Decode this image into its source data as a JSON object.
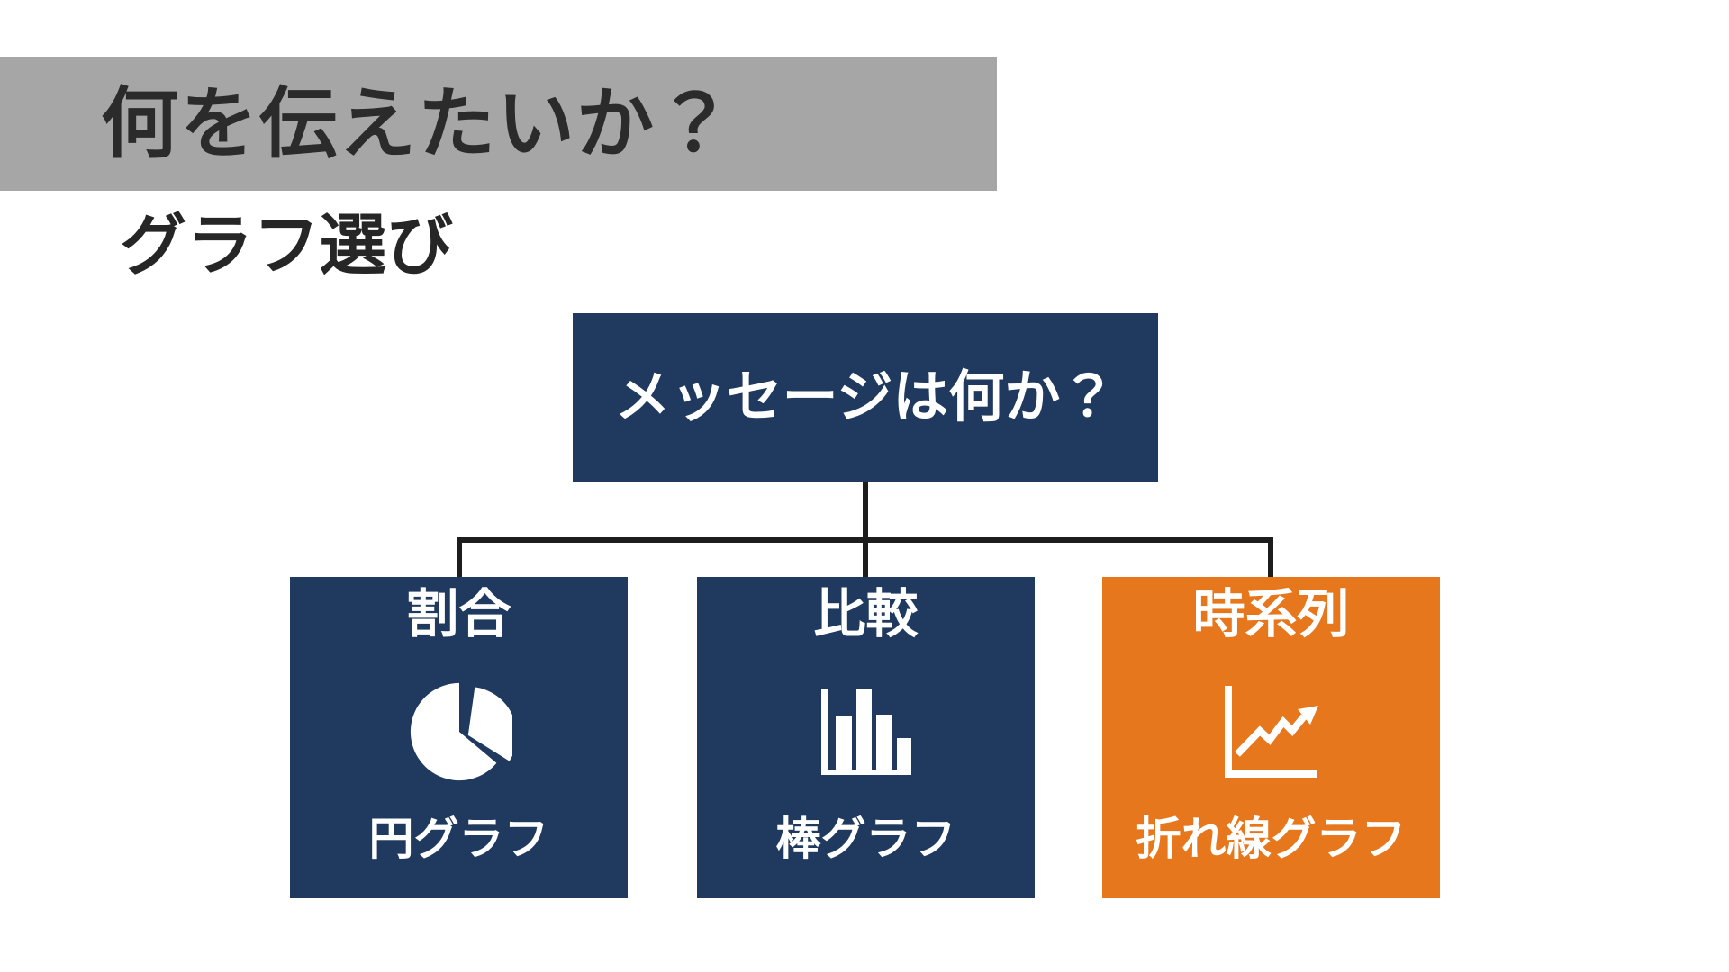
{
  "slide": {
    "title": "何を伝えたいか？",
    "subtitle": "グラフ選び"
  },
  "flowchart": {
    "root": {
      "label": "メッセージは何か？"
    },
    "children": [
      {
        "label": "割合",
        "chart": "円グラフ",
        "icon": "pie-chart-icon",
        "highlighted": false
      },
      {
        "label": "比較",
        "chart": "棒グラフ",
        "icon": "bar-chart-icon",
        "highlighted": false
      },
      {
        "label": "時系列",
        "chart": "折れ線グラフ",
        "icon": "line-chart-icon",
        "highlighted": true
      }
    ]
  },
  "colors": {
    "navy": "#1f3a5e",
    "orange": "#e7771d",
    "gray": "#a6a6a6",
    "title_text": "#2b2b2b",
    "connector": "#1d1d1d",
    "bg": "#ffffff",
    "box_text": "#ffffff"
  }
}
